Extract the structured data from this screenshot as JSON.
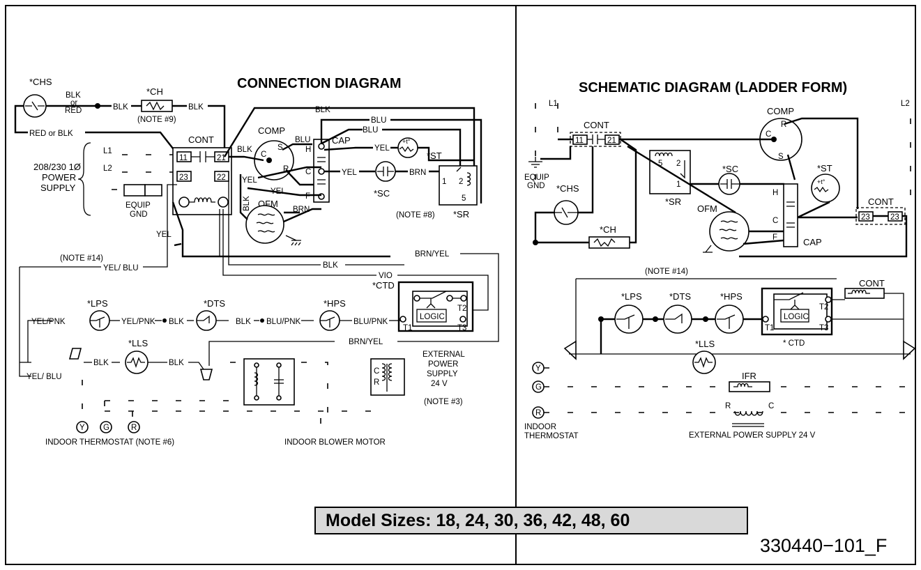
{
  "connection": {
    "title": "CONNECTION DIAGRAM",
    "labels": {
      "chs": "*CHS",
      "blk_or_red_1": "BLK",
      "blk_or_red_2": "or",
      "blk_or_red_3": "RED",
      "ch": "*CH",
      "note9": "(NOTE #9)",
      "red_or_blk": "RED or BLK",
      "cont": "CONT",
      "l1": "L1",
      "l2": "L2",
      "power_1": "208/230 1Ø",
      "power_2": "POWER",
      "power_3": "SUPPLY",
      "equip": "EQUIP",
      "gnd": "GND",
      "c11": "11",
      "c21": "21",
      "c23": "23",
      "c22": "22",
      "comp": "COMP",
      "blu": "BLU",
      "blk": "BLK",
      "cap": "CAP",
      "h": "H",
      "c": "C",
      "f": "F",
      "yel": "YEL",
      "st": "*ST",
      "sc": "*SC",
      "brn": "BRN",
      "sr": "*SR",
      "note8": "(NOTE #8)",
      "ofm": "OFM",
      "note14": "(NOTE #14)",
      "yel_blu": "YEL/ BLU",
      "brn_yel": "BRN/YEL",
      "vio": "VIO",
      "ctd": "*CTD",
      "logic": "LOGIC",
      "t1": "T1",
      "t2": "T2",
      "t3": "T3",
      "lps": "*LPS",
      "dts": "*DTS",
      "hps": "*HPS",
      "yel_pnk": "YEL/PNK",
      "blu_pnk": "BLU/PNK",
      "lls": "*LLS",
      "ext_1": "EXTERNAL",
      "ext_2": "POWER",
      "ext_3": "SUPPLY",
      "ext_4": "24 V",
      "note3": "(NOTE #3)",
      "y": "Y",
      "g": "G",
      "r": "R",
      "thermostat": "INDOOR THERMOSTAT  (NOTE #6)",
      "blower": "INDOOR BLOWER MOTOR",
      "sr1": "1",
      "sr2": "2",
      "sr5": "5",
      "tr_c": "C",
      "tr_r": "R"
    }
  },
  "schematic": {
    "title": "SCHEMATIC DIAGRAM (LADDER FORM)",
    "labels": {
      "l1": "L1",
      "l2": "L2",
      "comp": "COMP",
      "cont": "CONT",
      "c11": "11",
      "c21": "21",
      "c23": "23",
      "equip": "EQUIP",
      "gnd": "GND",
      "sc": "*SC",
      "st": "*ST",
      "sr": "*SR",
      "chs": "*CHS",
      "ch": "*CH",
      "ofm": "OFM",
      "h": "H",
      "c": "C",
      "f": "F",
      "cap": "CAP",
      "note14": "(NOTE #14)",
      "lps": "*LPS",
      "dts": "*DTS",
      "hps": "*HPS",
      "lls": "*LLS",
      "ctd": "* CTD",
      "logic": "LOGIC",
      "t1": "T1",
      "t2": "T2",
      "t3": "T3",
      "y": "Y",
      "g": "G",
      "r": "R",
      "ifr": "IFR",
      "tr_r": "R",
      "tr_c": "C",
      "indoor": "INDOOR",
      "thermostat": "THERMOSTAT",
      "ext": "EXTERNAL POWER SUPPLY 24 V",
      "sr5": "5",
      "sr2": "2",
      "sr1": "1",
      "comp_r": "R",
      "comp_c": "C",
      "comp_s": "S"
    }
  },
  "model_sizes": "Model Sizes: 18, 24, 30, 36, 42, 48, 60",
  "part_number": "330440−101_F"
}
